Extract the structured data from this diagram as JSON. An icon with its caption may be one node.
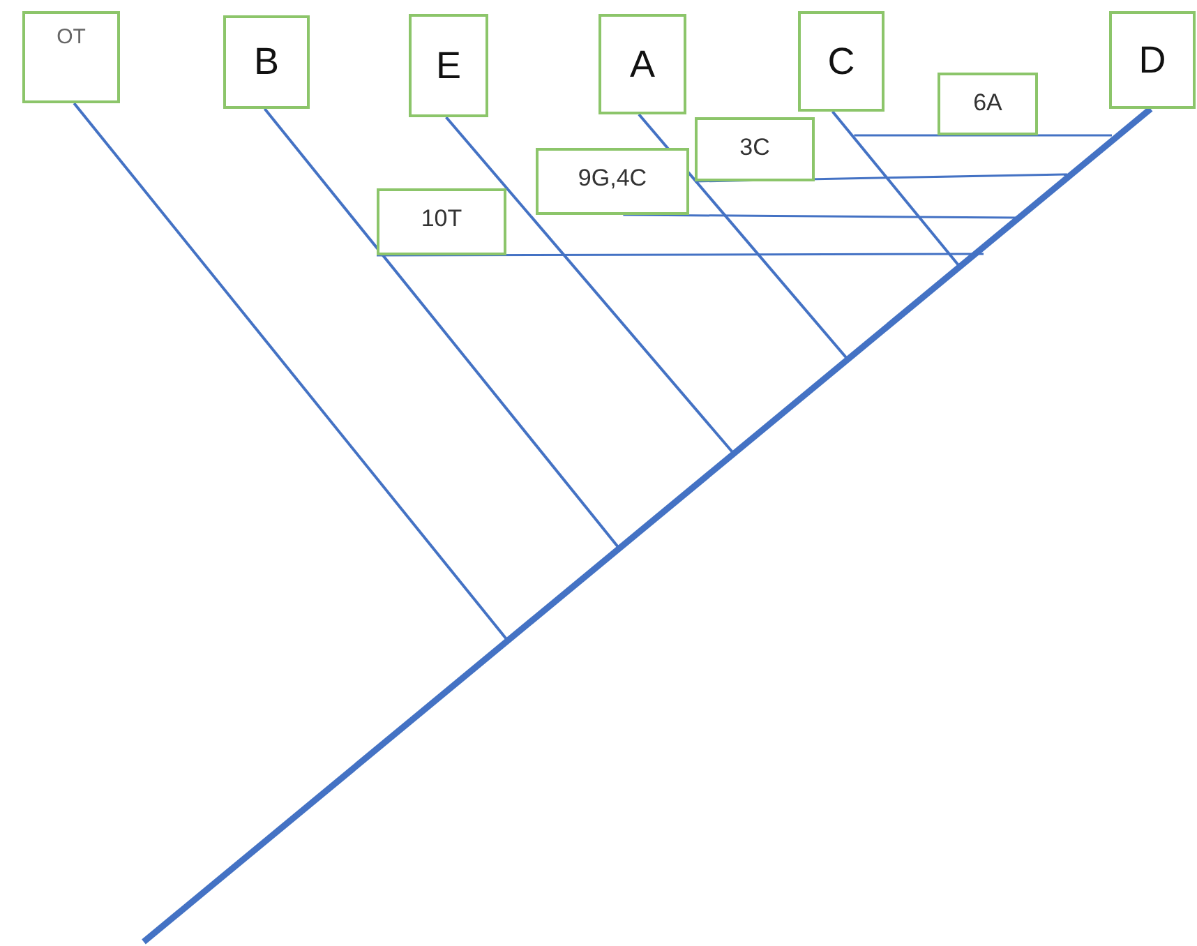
{
  "diagram": {
    "nodes": [
      {
        "text": [
          "OT"
        ]
      },
      {
        "text": [
          "B"
        ]
      },
      {
        "text": [
          "E"
        ]
      },
      {
        "text": [
          "A"
        ]
      },
      {
        "text": [
          "C"
        ]
      },
      {
        "text": [
          "D"
        ]
      },
      {
        "text": [
          "6A"
        ]
      },
      {
        "text": [
          "3C"
        ]
      },
      {
        "text": [
          "9G,4C"
        ]
      },
      {
        "text": [
          "10T"
        ]
      }
    ],
    "edges": [
      {
        "from": 0,
        "to": null,
        "arrow": "none"
      },
      {
        "from": 1,
        "to": null,
        "arrow": "none"
      },
      {
        "from": 2,
        "to": null,
        "arrow": "none"
      },
      {
        "from": 3,
        "to": null,
        "arrow": "none"
      },
      {
        "from": 4,
        "to": null,
        "arrow": "none"
      },
      {
        "from": 5,
        "to": null,
        "arrow": "none",
        "style": "thick"
      },
      {
        "from": 6,
        "to": null,
        "arrow": "none"
      },
      {
        "from": 7,
        "to": null,
        "arrow": "none"
      },
      {
        "from": 8,
        "to": null,
        "arrow": "none"
      },
      {
        "from": 9,
        "to": null,
        "arrow": "none"
      }
    ]
  }
}
